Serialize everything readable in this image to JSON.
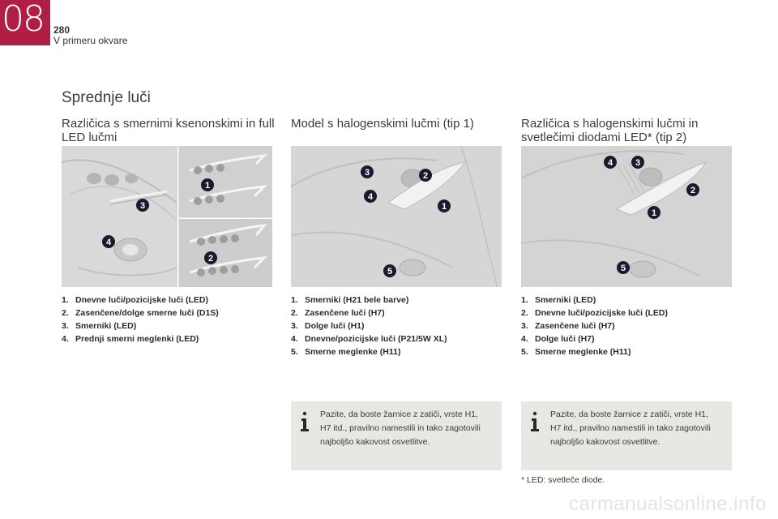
{
  "header": {
    "chapter_number": "08",
    "page_number": "280",
    "section_name": "V primeru okvare"
  },
  "page_title": "Sprednje luči",
  "columns": [
    {
      "title": "Različica s smernimi ksenonskimi in full LED lučmi",
      "legend": [
        {
          "num": "1.",
          "text": "Dnevne luči/pozicijske luči (LED)"
        },
        {
          "num": "2.",
          "text": "Zasenčene/dolge smerne luči (D1S)"
        },
        {
          "num": "3.",
          "text": "Smerniki (LED)"
        },
        {
          "num": "4.",
          "text": "Prednji smerni meglenki (LED)"
        }
      ]
    },
    {
      "title": "Model s halogenskimi lučmi (tip 1)",
      "legend": [
        {
          "num": "1.",
          "text": "Smerniki (H21 bele barve)"
        },
        {
          "num": "2.",
          "text": "Zasenčene luči (H7)"
        },
        {
          "num": "3.",
          "text": "Dolge luči (H1)"
        },
        {
          "num": "4.",
          "text": "Dnevne/pozicijske luči (P21/5W XL)"
        },
        {
          "num": "5.",
          "text": "Smerne meglenke (H11)"
        }
      ],
      "info": "Pazite, da boste žarnice z zatiči, vrste H1, H7 itd., pravilno namestili in tako zagotovili najboljšo kakovost osvetlitve."
    },
    {
      "title": "Različica s halogenskimi lučmi in svetlečimi diodami LED* (tip 2)",
      "legend": [
        {
          "num": "1.",
          "text": "Smerniki (LED)"
        },
        {
          "num": "2.",
          "text": "Dnevne luči/pozicijske luči (LED)"
        },
        {
          "num": "3.",
          "text": "Zasenčene luči (H7)"
        },
        {
          "num": "4.",
          "text": "Dolge luči (H7)"
        },
        {
          "num": "5.",
          "text": "Smerne meglenke (H11)"
        }
      ],
      "info": "Pazite, da boste žarnice z zatiči, vrste H1, H7 itd., pravilno namestili in tako zagotovili najboljšo kakovost osvetlitve."
    }
  ],
  "callouts": {
    "c1": [
      "1",
      "2",
      "3",
      "4"
    ],
    "c2": [
      "1",
      "2",
      "3",
      "4",
      "5"
    ],
    "c3": [
      "1",
      "2",
      "3",
      "4",
      "5"
    ]
  },
  "footnote": "* LED: svetleče diode.",
  "watermark": "carmanualsonline.info",
  "colors": {
    "accent": "#b01e46",
    "info_bg": "#e9e7e3",
    "photo_bg": "#d6d6d6",
    "callout": "#1a1a2e"
  }
}
